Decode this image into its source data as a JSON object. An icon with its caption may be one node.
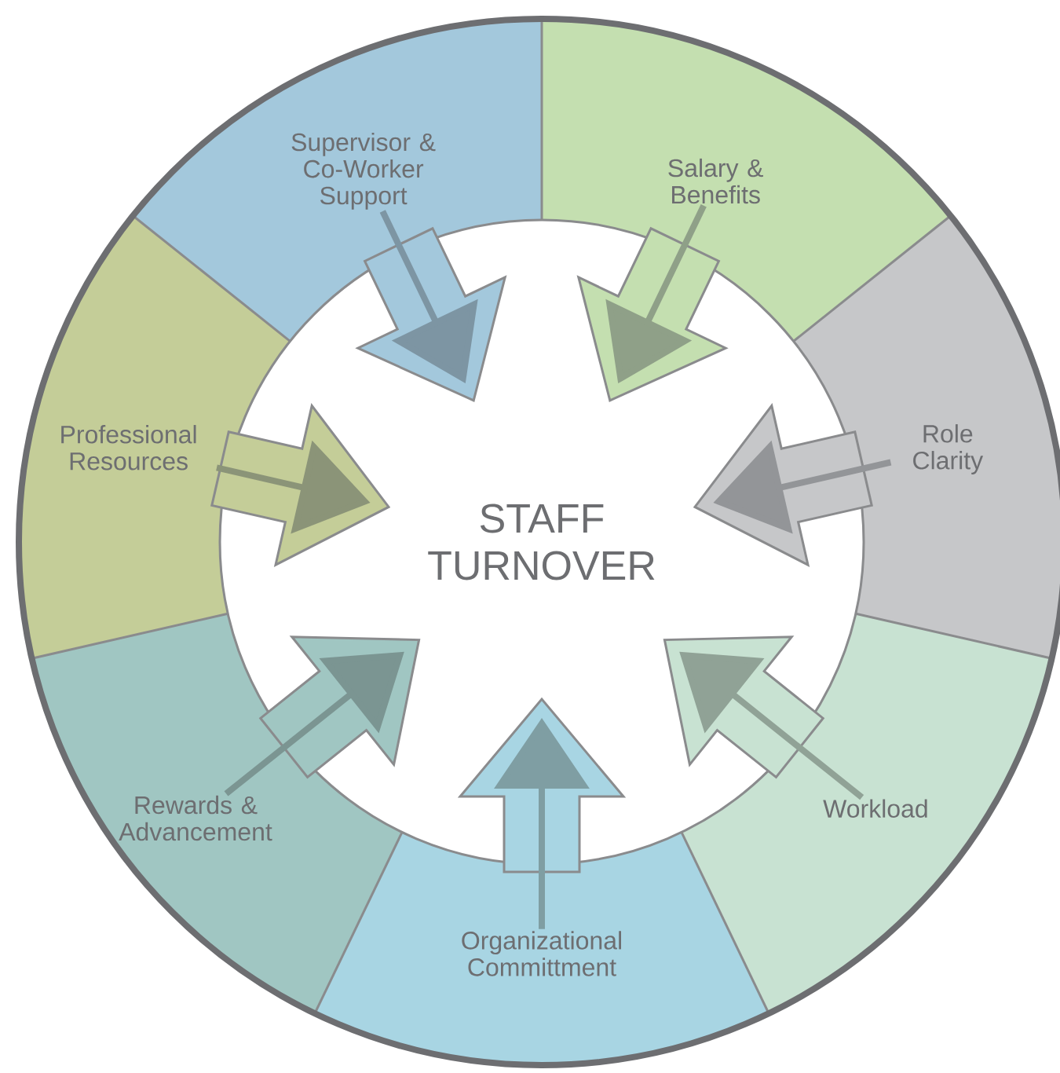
{
  "diagram": {
    "nodes": [
      {
        "text": [
          "STAFF TURNOVER"
        ]
      },
      {
        "text": [
          "Supervisor & Co-Worker Support"
        ]
      },
      {
        "text": [
          "Salary & Benefits"
        ]
      },
      {
        "text": [
          "Role Clarity"
        ]
      },
      {
        "text": [
          "Workload"
        ]
      },
      {
        "text": [
          "Organizational Committment"
        ]
      },
      {
        "text": [
          "Rewards & Advancement"
        ]
      },
      {
        "text": [
          "Professional Resources"
        ]
      }
    ],
    "edges": [
      {
        "from": 1,
        "to": 0,
        "arrow": "to",
        "color": "#7d95a3"
      },
      {
        "from": 2,
        "to": 0,
        "arrow": "to",
        "color": "#8fa088"
      },
      {
        "from": 3,
        "to": 0,
        "arrow": "to",
        "color": "#939598"
      },
      {
        "from": 4,
        "to": 0,
        "arrow": "to",
        "color": "#90a296"
      },
      {
        "from": 5,
        "to": 0,
        "arrow": "to",
        "color": "#7f9ea3"
      },
      {
        "from": 6,
        "to": 0,
        "arrow": "to",
        "color": "#7b9592"
      },
      {
        "from": 7,
        "to": 0,
        "arrow": "to",
        "color": "#8b9478"
      }
    ]
  }
}
